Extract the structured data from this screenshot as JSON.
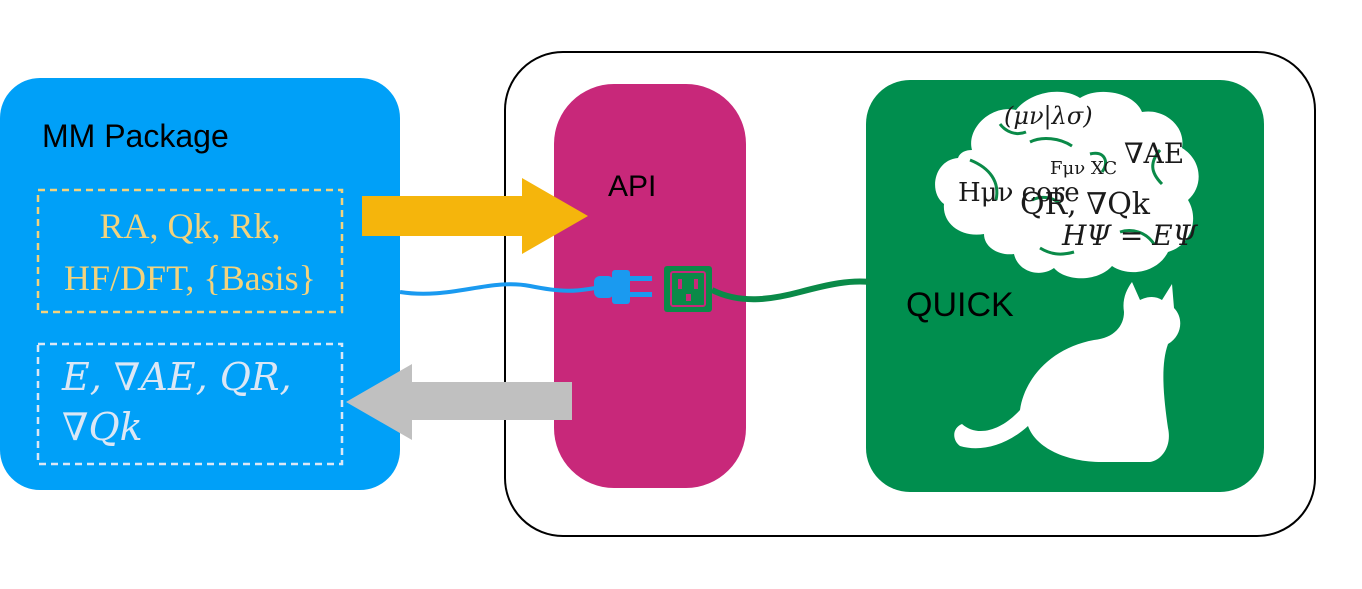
{
  "colors": {
    "mm_package": "#00a0f8",
    "api": "#c8287a",
    "quick": "#008e4e",
    "input_text": "#f3d37d",
    "output_text": "#dbe7f5",
    "arrow_in": "#f5b50c",
    "arrow_out": "#c0c0c0",
    "cable_mm": "#1a9af0",
    "cable_quick": "#0a8a48",
    "container_border": "#000000"
  },
  "mm_package": {
    "title": "MM Package",
    "inputs_line1": "RA, Qk, Rk,",
    "inputs_line2": "HF/DFT, {Basis}",
    "outputs_line1": "E, ∇AE, QR,",
    "outputs_line2": "∇Qk"
  },
  "api": {
    "label": "API"
  },
  "quick": {
    "label": "QUICK",
    "brain_terms": {
      "eri": "(μν|λσ)",
      "xc": "Fμν XC",
      "grad": "∇AE",
      "hcore": "Hμν core",
      "charges": "QR, ∇Qk",
      "schrodinger": "HΨ = EΨ"
    }
  },
  "icons": {
    "plug": "plug-icon",
    "socket": "socket-icon",
    "cat": "cat-icon",
    "brain": "brain-icon"
  }
}
